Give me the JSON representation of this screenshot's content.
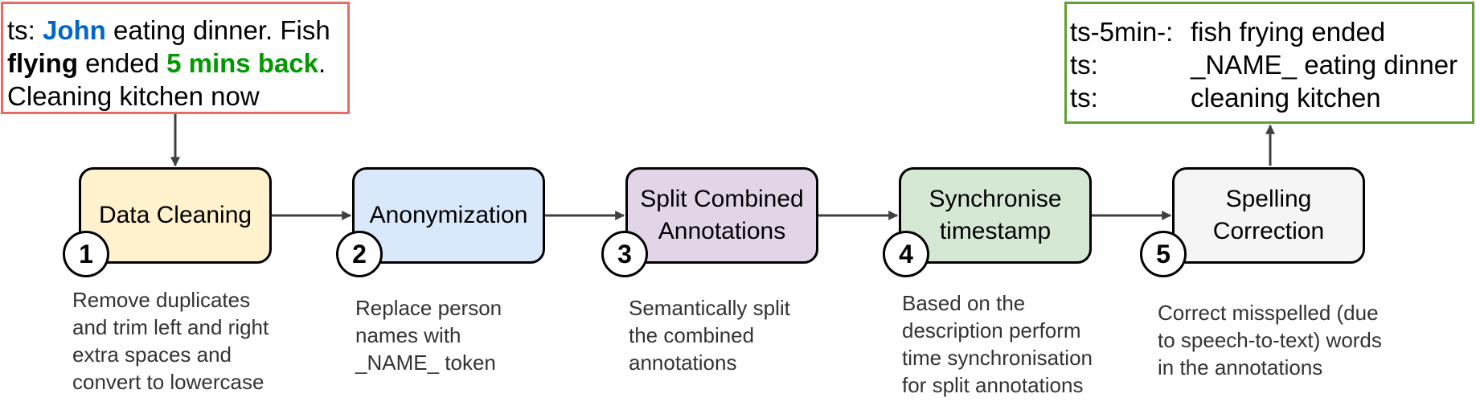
{
  "input_note": {
    "line1_prefix": "ts: ",
    "line1_name": "John",
    "line1_rest": " eating dinner. Fish",
    "line2_bold": "flying",
    "line2_mid": " ended ",
    "line2_time": "5 mins back",
    "line2_end": ".",
    "line3": "Cleaning kitchen now"
  },
  "output_note": {
    "rows": [
      {
        "ts": "ts-5min-:",
        "text": "fish frying ended"
      },
      {
        "ts": "ts:",
        "text": "_NAME_ eating dinner"
      },
      {
        "ts": "ts:",
        "text": "cleaning kitchen"
      }
    ]
  },
  "steps": [
    {
      "number": "1",
      "line1": "Data Cleaning",
      "line2": "",
      "color": "#fff2cc",
      "description": "Remove duplicates\nand trim left and right\nextra spaces and\nconvert to lowercase"
    },
    {
      "number": "2",
      "line1": "Anonymization",
      "line2": "",
      "color": "#dae8fc",
      "description": "Replace person\nnames with\n_NAME_ token"
    },
    {
      "number": "3",
      "line1": "Split Combined",
      "line2": "Annotations",
      "color": "#e1d5e7",
      "description": "Semantically split\nthe combined\nannotations"
    },
    {
      "number": "4",
      "line1": "Synchronise",
      "line2": "timestamp",
      "color": "#d5e8d4",
      "description": "Based on the\ndescription perform\ntime synchronisation\nfor split annotations"
    },
    {
      "number": "5",
      "line1": "Spelling",
      "line2": "Correction",
      "color": "#f5f5f5",
      "description": "Correct misspelled (due\nto speech-to-text) words\nin the annotations"
    }
  ]
}
